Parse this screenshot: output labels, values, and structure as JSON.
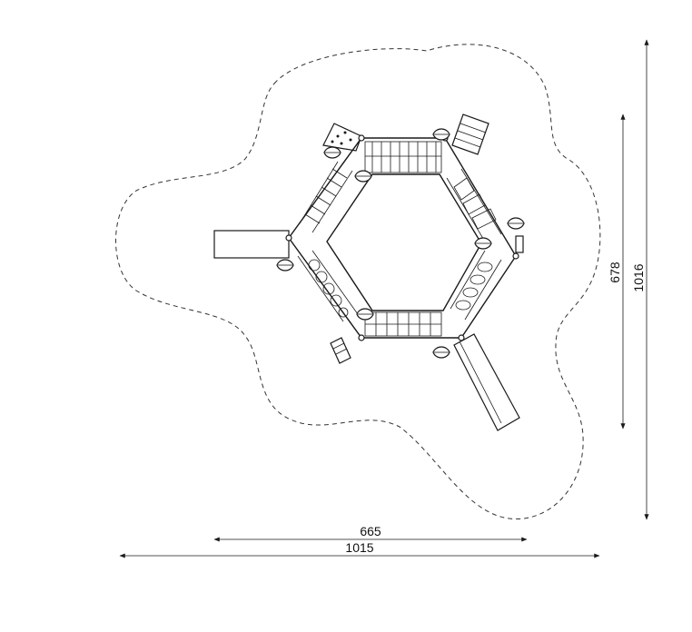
{
  "dimensions": {
    "inner_width": "665",
    "outer_width": "1015",
    "inner_height": "678",
    "outer_height": "1016"
  },
  "colors": {
    "line": "#1a1a1a",
    "background": "#ffffff"
  }
}
